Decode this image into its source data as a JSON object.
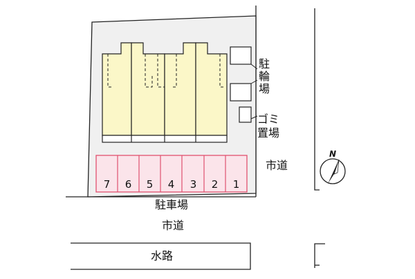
{
  "labels": {
    "bicycle_parking": "駐輪場",
    "garbage_line1": "ゴミ",
    "garbage_line2": "置場",
    "city_road_right": "市道",
    "parking_lot": "駐車場",
    "city_road_bottom": "市道",
    "waterway": "水路",
    "north": "N"
  },
  "parking_spaces": [
    "7",
    "6",
    "5",
    "4",
    "3",
    "2",
    "1"
  ],
  "colors": {
    "site_fill": "#f0f0f0",
    "building_fill": "#fbf7c8",
    "parking_fill": "#fbe4ea",
    "parking_stroke": "#e0506e",
    "line": "#222222"
  }
}
